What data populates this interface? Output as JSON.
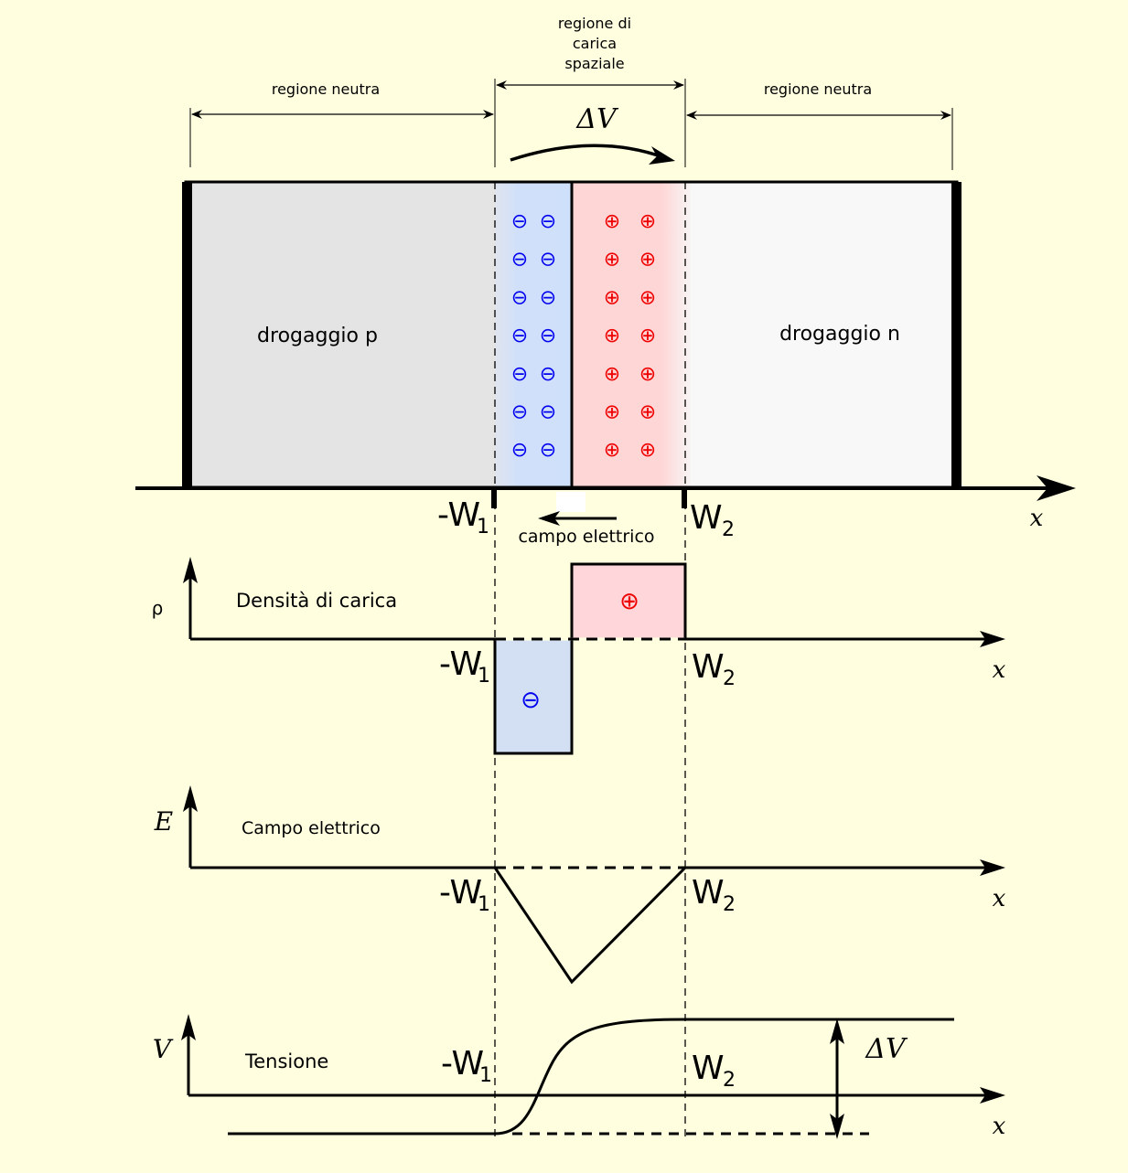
{
  "top": {
    "left_region": "regione neutra",
    "right_region": "regione neutra",
    "space_charge_region": [
      "regione di",
      "carica",
      "spaziale"
    ],
    "delta_v": "ΔV"
  },
  "junction": {
    "p_label": "drogaggio p",
    "n_label": "drogaggio n",
    "neg_symbol": "⊖",
    "pos_symbol": "⊕",
    "x_axis": "x",
    "w1": "-W",
    "w1_sub": "1",
    "w2": "W",
    "w2_sub": "2",
    "field_label": "campo elettrico",
    "colors": {
      "p": "#e4e4e4",
      "n": "#f8f8f8",
      "neg": "#0000ee",
      "pos": "#ee0000",
      "depletion_neg": "#d0e0fa",
      "depletion_pos": "#ffd6d6"
    }
  },
  "charge": {
    "axis": "ρ",
    "title": "Densità di carica",
    "x_axis": "x",
    "neg_symbol": "⊖",
    "pos_symbol": "⊕",
    "w1": "-W",
    "w1_sub": "1",
    "w2": "W",
    "w2_sub": "2"
  },
  "field": {
    "axis": "E",
    "title": "Campo elettrico",
    "x_axis": "x",
    "w1": "-W",
    "w1_sub": "1",
    "w2": "W",
    "w2_sub": "2"
  },
  "voltage": {
    "axis": "V",
    "title": "Tensione",
    "x_axis": "x",
    "delta_v": "ΔV",
    "w1": "-W",
    "w1_sub": "1",
    "w2": "W",
    "w2_sub": "2"
  }
}
